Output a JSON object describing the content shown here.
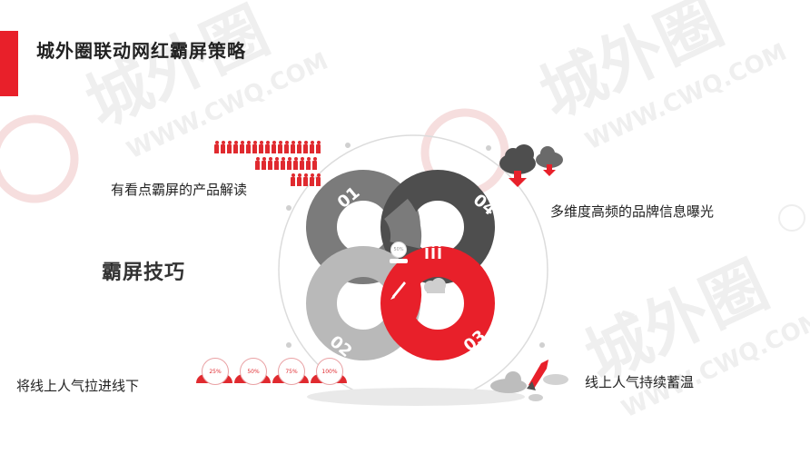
{
  "title": "城外圈联动网红霸屏策略",
  "center_label": "霸屏技巧",
  "items": [
    {
      "label": "有看点霸屏的产品解读"
    },
    {
      "label": "多维度高频的品牌信息曝光"
    },
    {
      "label": "将线上人气拉进线下"
    },
    {
      "label": "线上人气持续蓄温"
    }
  ],
  "rings": [
    {
      "number": "01",
      "color": "#7b7b7b"
    },
    {
      "number": "04",
      "color": "#4e4e4e"
    },
    {
      "number": "02",
      "color": "#b9b9b9"
    },
    {
      "number": "03",
      "color": "#e8202a"
    }
  ],
  "badges": [
    "25%",
    "50%",
    "75%",
    "100%"
  ],
  "center_badge": "50%",
  "watermark": "城外圈 WWW.CWQ.COM",
  "colors": {
    "accent": "#e8202a",
    "dark_gray": "#4e4e4e",
    "gray": "#7b7b7b",
    "light_gray": "#b9b9b9"
  }
}
